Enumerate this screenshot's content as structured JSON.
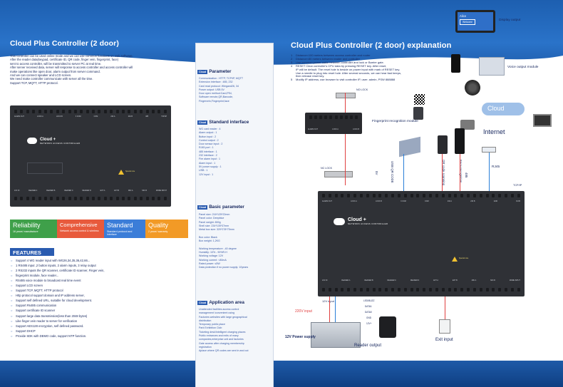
{
  "left": {
    "title": "Cloud Plus Controller (2 door)",
    "intro": [
      "This controller can be used online mode and we can use common functions on web software.",
      "After the reader data(keypad, certificate ID, QR code, finger vein, fingerprint, face)",
      "sent to access controller, will be transmitted to server PC at real time.",
      "After server received data, server will response to access controller and access controller will",
      "make operations like open door, alarm output from server command.",
      "And we can connect speaker and LCD screen.",
      "We need make controller communicate with server all the time.",
      "Support  TCP, MQTT, HTTP protocol."
    ],
    "device": {
      "brand": "Cloud +",
      "subtitle": "NETWORK ACCESS CONTROLLER",
      "top_labels": [
        "ALARM OUT",
        "LOCK A",
        "LOCK B",
        "3 COM",
        "COM",
        "232 A",
        "232 B",
        "485",
        "TCP/IP"
      ],
      "bottom_labels": [
        "12V IN",
        "READER A",
        "READER B",
        "READER C",
        "READER D",
        "EXT A",
        "EXT B",
        "MIC A",
        "MIC B",
        "MORE INPUT"
      ],
      "warning": "Special note"
    },
    "highlights": [
      {
        "heading": "Reliability",
        "sub": "16 years' manufacture",
        "color": "#3fa04a"
      },
      {
        "heading": "Comprehensive",
        "sub": "Network access control & wireless",
        "color": "#e85a3c"
      },
      {
        "heading": "Standard",
        "sub": "Standard protocol and interface",
        "color": "#3b7dd8"
      },
      {
        "heading": "Quality",
        "sub": "2 years' warranty",
        "color": "#f29a26"
      }
    ],
    "features_title": "FEATURES",
    "features": [
      "Support 4 WG reader input with WG26,34,35,36,42,66...",
      "1 RS485 input ,2 button inputs, 2 alarm inputs, 3 relay output",
      "2 RS232 inputs the QR scanner, certificate ID scanner, Finger vein,",
      "fingerprint module, face reader...",
      "RS485 voice module to broadcast real time event",
      "Support LCD screen",
      "Support TCP, MQTT, HTTP protocol",
      "Http protocol support domain and IP address server,",
      "Support self defined URL, suitable for cloud development.",
      "Support Rs485 communication",
      "Support certificate ID scanner",
      "Support large data transmission(less than 2048 bytes)",
      "Like finger vein reader to server for verification",
      "Support AES128 encryption, self defined password.",
      "Support DHCP",
      "Provide SDK with DEMO code, support NTP function."
    ]
  },
  "middle": {
    "tag": "Cloud",
    "parameter": {
      "title": "Parameter",
      "lines": [
        "Communication : HTTP, TCP/IP, MQTT",
        "Extension interface : 485, 232",
        "Card read protocol: Wiegand26, 34",
        "Power output: USB  5V",
        "Door open method:Card,PIN,",
        "Software remote,QR,Barcode,",
        "Fingervein,Fingerprint,face"
      ]
    },
    "standard": {
      "title": "Standard interface",
      "lines": [
        "WG card reader :  4",
        "Alarm  output :  1",
        "Button  input :  2",
        "Control  output :  2",
        "Door sensor input :  2",
        "RJ45 port :  1",
        "485 interface :  1",
        "232 interface :  2",
        "Fire alarm input :  1",
        "Alarm  input :  1",
        "5V power supply :  1",
        "USB :  1",
        "12V input :  1"
      ]
    },
    "basic": {
      "title": "Basic parameter",
      "lines": [
        "Panel size: 216*125*22mm",
        "Panel color: Deepblue",
        "Panel weight: 800g",
        "Shell size: 234*105*37mm",
        "Metal box size: 320*278*75mm",
        "",
        "Box color: Black",
        "Box weight: 1,2KG",
        "",
        "Working temperature: -40 degree",
        "Humidity: 10% - 90%R.H",
        "Working voltage: 12V",
        "Working current: <80mA",
        "Rated power: ≤5W",
        "Data protection if no power supply: 10years"
      ]
    },
    "application": {
      "title": "Application area",
      "lines": [
        "Unattended facilities access control",
        "management /convenient using",
        "Factories websites with large geographical",
        "distribution",
        "Temporary public place",
        "Park  Exhibition  Club",
        "Ticketing desk/Intelligent charging places",
        "Public entrances and exits of many",
        "companies,enterprise unit and factories",
        "Gate access after charging membership",
        "registration",
        "Aplace where QR codes are sent in and out"
      ]
    }
  },
  "right": {
    "title": "Cloud Plus Controller (2 door) explanation",
    "points": [
      "Distance<100 meters between access controller and router",
      "Distance<80 meters between reader and controller",
      "Use common power cable between controller and lock or Barrier gate.",
      "RESET Clear controller's CPU data by pressing RESET key. After reset,",
      "IP will be default. The reset hole is beside on power input with mark of RESET key.",
      "Use a needle to plug into reset hole. After several seconds, we can hear fast beeps,",
      "then release reset key.",
      "Modify IP address, use browser to visit controller IP, user: admin, PSW 888888"
    ],
    "point_numbers": [
      "1",
      "2",
      "3",
      "4",
      "",
      "",
      "",
      "5"
    ],
    "display_screen": {
      "line1": "Alice",
      "line2": "Welcome"
    },
    "labels": {
      "display_output": "Display output",
      "voice_output": "Voice output module",
      "cloud": "Cloud",
      "internet": "Internet",
      "rj45": "RJ45",
      "no_lock": "NO LOCK",
      "nc_lock": "NC LOCK",
      "fingerprint": "Fingerprint recognition module",
      "usb_qr": "USB QR CODE",
      "qr_scan": "QR code scanning",
      "face": "Face recognition",
      "r485": "485",
      "v5": "5V",
      "v12_input": "12V input",
      "ac220": "220V input",
      "power_supply": "12V Power supply",
      "reader_output": "Reader output",
      "exit_input": "Exit input",
      "wires": [
        "LED/BUZZ",
        "DATA1",
        "DATA0",
        "GND",
        "12V+"
      ],
      "tcpip": "TCP/IP"
    },
    "device": {
      "brand": "Cloud +",
      "subtitle": "NETWORK ACCESS CONTROLLER",
      "top_labels": [
        "ALARM OUT",
        "LOCK A",
        "LOCK B",
        "3 COM",
        "COM",
        "232 A",
        "232 B",
        "GND",
        "RJ45"
      ],
      "bottom_labels": [
        "12V IN",
        "READER A",
        "READER B",
        "READER C",
        "READER D",
        "EXT A",
        "EXT B",
        "MIC A",
        "MIC B",
        "MORE INPUT"
      ],
      "warning": "Special note"
    },
    "relay": {
      "labels": [
        "ALARM OUT",
        "LOCK A",
        "LOCK B"
      ]
    }
  },
  "colors": {
    "band": "#1d5fb0",
    "accent": "#2a5bb0",
    "text": "#1a2a60",
    "wire_red": "#e04040",
    "wire_blue": "#2a7fd8"
  }
}
